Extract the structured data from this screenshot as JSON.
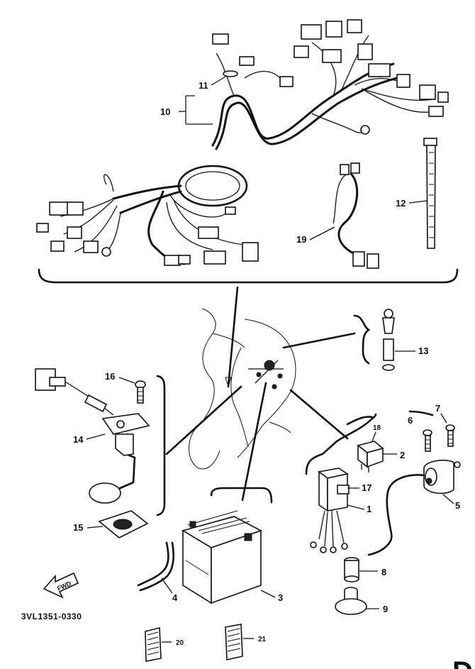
{
  "parts": {
    "p1": "1",
    "p2": "2",
    "p3": "3",
    "p4": "4",
    "p5": "5",
    "p6": "6",
    "p7": "7",
    "p8": "8",
    "p9": "9",
    "p10": "10",
    "p11": "11",
    "p12": "12",
    "p13": "13",
    "p14": "14",
    "p15": "15",
    "p16": "16",
    "p17": "17",
    "p18": "18",
    "p19": "19",
    "p20": "20",
    "p21": "21"
  },
  "drawing_code": "3VL1351-0330",
  "fwd_label": "FWD",
  "page_letter": "D"
}
